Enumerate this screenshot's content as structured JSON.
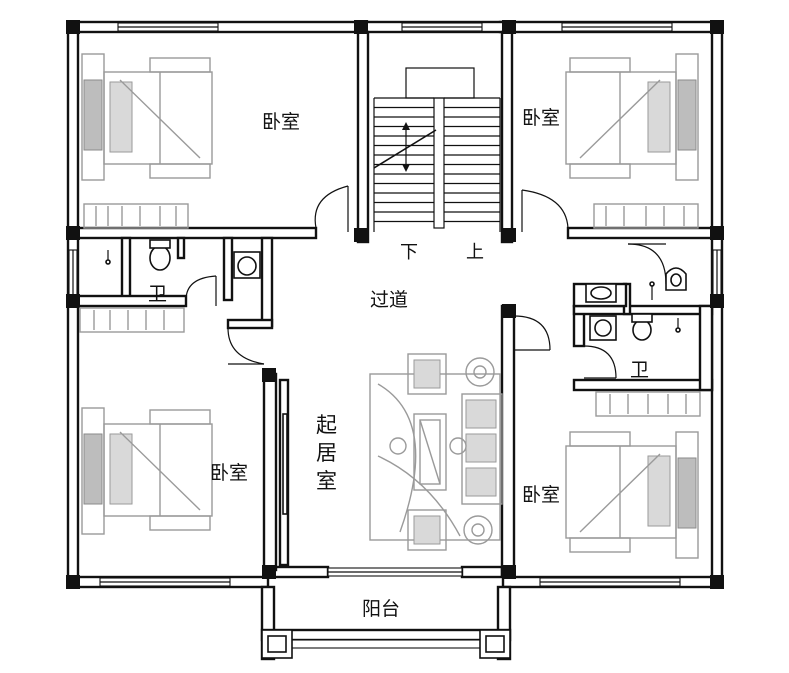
{
  "plan": {
    "rooms": {
      "bedroom_top_left": "卧室",
      "bedroom_top_right": "卧室",
      "bedroom_bottom_left": "卧室",
      "bedroom_bottom_right": "卧室",
      "bath_left": "卫",
      "bath_right": "卫",
      "corridor": "过道",
      "living_room": [
        "起",
        "居",
        "室"
      ],
      "balcony": "阳台"
    },
    "stairs": {
      "down": "下",
      "up": "上"
    }
  }
}
